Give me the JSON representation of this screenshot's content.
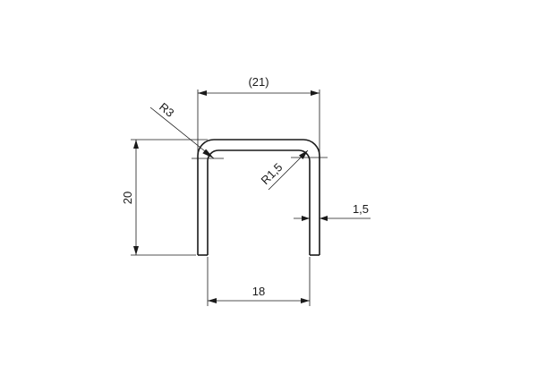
{
  "dimensions": {
    "overall_width": "(21)",
    "outer_radius": "R3",
    "inner_radius": "R1,5",
    "height": "20",
    "thickness": "1,5",
    "inner_width": "18"
  }
}
